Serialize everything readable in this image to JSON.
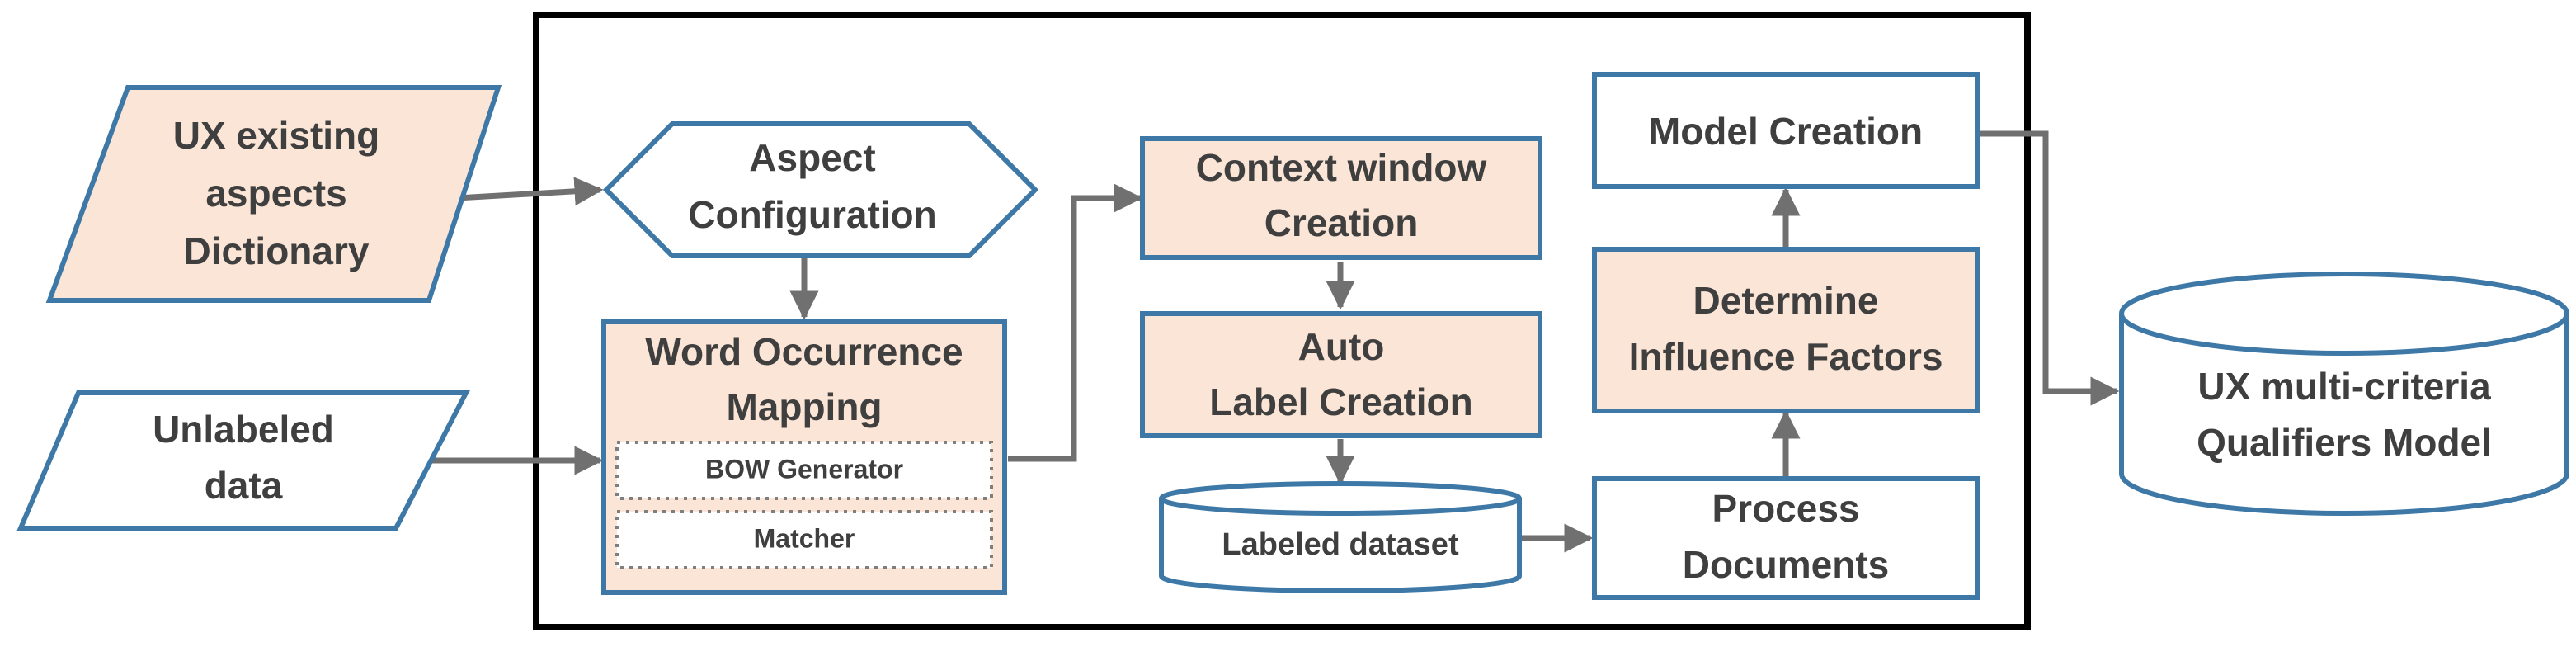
{
  "colors": {
    "shape_outline": "#3d78a6",
    "highlight_fill": "#fbe5d6",
    "plain_fill": "#ffffff",
    "connector": "#707070",
    "frame": "#000000",
    "text": "#3f3f3f"
  },
  "inputs": {
    "dictionary": {
      "line1": "UX existing",
      "line2": "aspects",
      "line3": "Dictionary"
    },
    "unlabeled": {
      "line1": "Unlabeled",
      "line2": "data"
    }
  },
  "process": {
    "aspect_configuration": {
      "line1": "Aspect",
      "line2": "Configuration"
    },
    "word_occurrence": {
      "line1": "Word Occurrence",
      "line2": "Mapping"
    },
    "bow_generator": "BOW Generator",
    "matcher": "Matcher",
    "context_window": {
      "line1": "Context window",
      "line2": "Creation"
    },
    "auto_label": {
      "line1": "Auto",
      "line2": "Label Creation"
    },
    "labeled_dataset": "Labeled dataset",
    "process_documents": {
      "line1": "Process",
      "line2": "Documents"
    },
    "influence_factors": {
      "line1": "Determine",
      "line2": "Influence Factors"
    },
    "model_creation": "Model Creation"
  },
  "output": {
    "model": {
      "line1": "UX multi-criteria",
      "line2": "Qualifiers Model"
    }
  }
}
